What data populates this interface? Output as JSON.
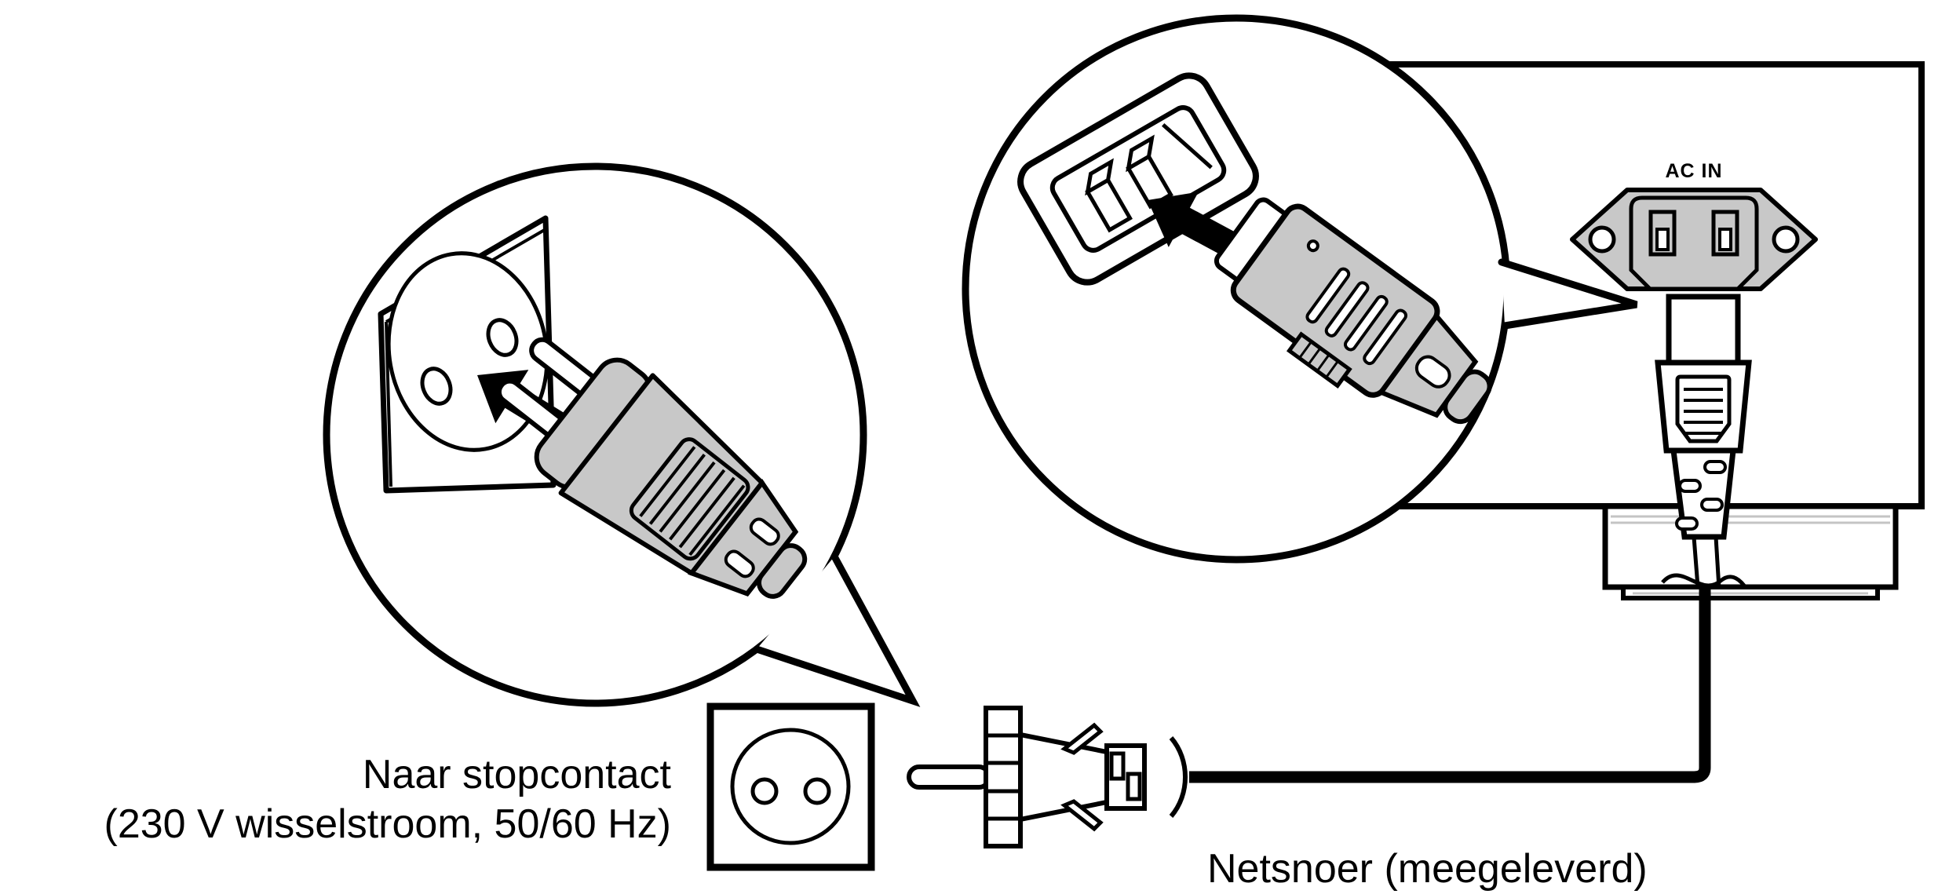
{
  "diagram": {
    "type": "manual-illustration",
    "subject": "Connecting the power cord to the AC IN socket",
    "labels": {
      "ac_in": "AC IN",
      "wall_outlet_line1": "Naar stopcontact",
      "wall_outlet_line2": "(230 V wisselstroom, 50/60 Hz)",
      "power_cord": "Netsnoer (meegeleverd)"
    },
    "colors": {
      "line": "#000000",
      "background": "#ffffff",
      "plug_gray": "#c8c8c8",
      "seam_gray": "#c4c4c4"
    },
    "icons": [
      "left-callout-circle",
      "wall-outlet-plate",
      "insert-arrow",
      "euro-plug",
      "right-callout-circle",
      "ac-inlet-magnified",
      "c13-plug-magnified",
      "device-rear-panel",
      "ac-inlet-socket",
      "inserted-power-plug",
      "device-foot",
      "power-cable",
      "outlet-symbol",
      "plug-symbol"
    ]
  }
}
